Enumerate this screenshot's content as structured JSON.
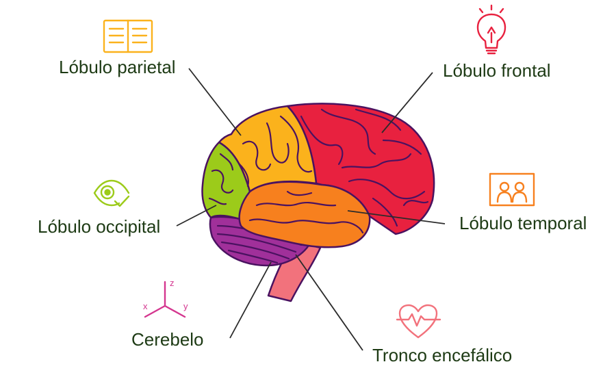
{
  "labels": {
    "parietal": "Lóbulo parietal",
    "frontal": "Lóbulo frontal",
    "occipital": "Lóbulo occipital",
    "temporal": "Lóbulo temporal",
    "cerebelo": "Cerebelo",
    "tronco": "Tronco encefálico"
  },
  "axes": {
    "x": "x",
    "y": "y",
    "z": "z"
  },
  "icons": {
    "parietal": "open-book-icon",
    "frontal": "light-bulb-icon",
    "occipital": "eye-check-icon",
    "temporal": "people-frame-icon",
    "cerebelo": "xyz-axes-icon",
    "tronco": "heart-pulse-icon"
  },
  "colors": {
    "frontal": "#e8213f",
    "parietal": "#fbb21c",
    "occipital": "#9ccb1a",
    "temporal": "#f7801e",
    "cerebelo": "#a0309a",
    "tronco": "#f2727c",
    "outline": "#4a1260",
    "label_text": "#1d3a14",
    "leader_line": "#2b2b2b"
  }
}
